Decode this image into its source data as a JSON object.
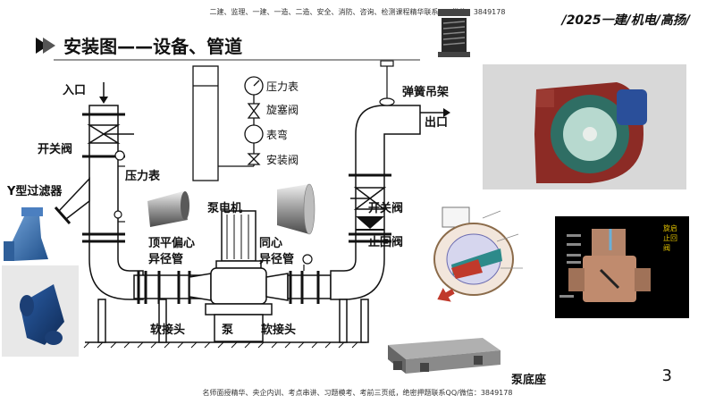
{
  "header": {
    "top_line": "二建、监理、一建、一造、二造、安全、消防、咨询、检测课程精华联系QQ/微信：3849178",
    "tag": "/2025一建/机电/高扬/"
  },
  "title": "安装图——设备、管道",
  "labels": {
    "inlet": "入口",
    "outlet": "出口",
    "switch_valve_left": "开关阀",
    "switch_valve_right": "开关阀",
    "y_filter": "Y型过滤器",
    "pressure_gauge": "压力表",
    "pump_motor": "泵电机",
    "eccentric_reducer": "顶平偏心\n异径管",
    "concentric_reducer": "同心\n异径管",
    "check_valve": "止回阀",
    "soft_joint_left": "软接头",
    "pump": "泵",
    "soft_joint_right": "软接头",
    "spring_hanger": "弹簧吊架",
    "pump_base": "泵底座"
  },
  "legend": {
    "pressure_gauge": "压力表",
    "plug_valve": "旋塞阀",
    "bend": "表弯",
    "install_valve": "安装阀"
  },
  "check_valve_diagram": {
    "title": "旋启止回阀"
  },
  "page_number": "3",
  "footer": "名师面授精华、央企内训、考点串讲、习题模考、考前三页纸，绝密押题联系QQ/微信：3849178",
  "colors": {
    "pipe": "#111111",
    "accent_red": "#c0392b",
    "valve_black": "#111111"
  }
}
